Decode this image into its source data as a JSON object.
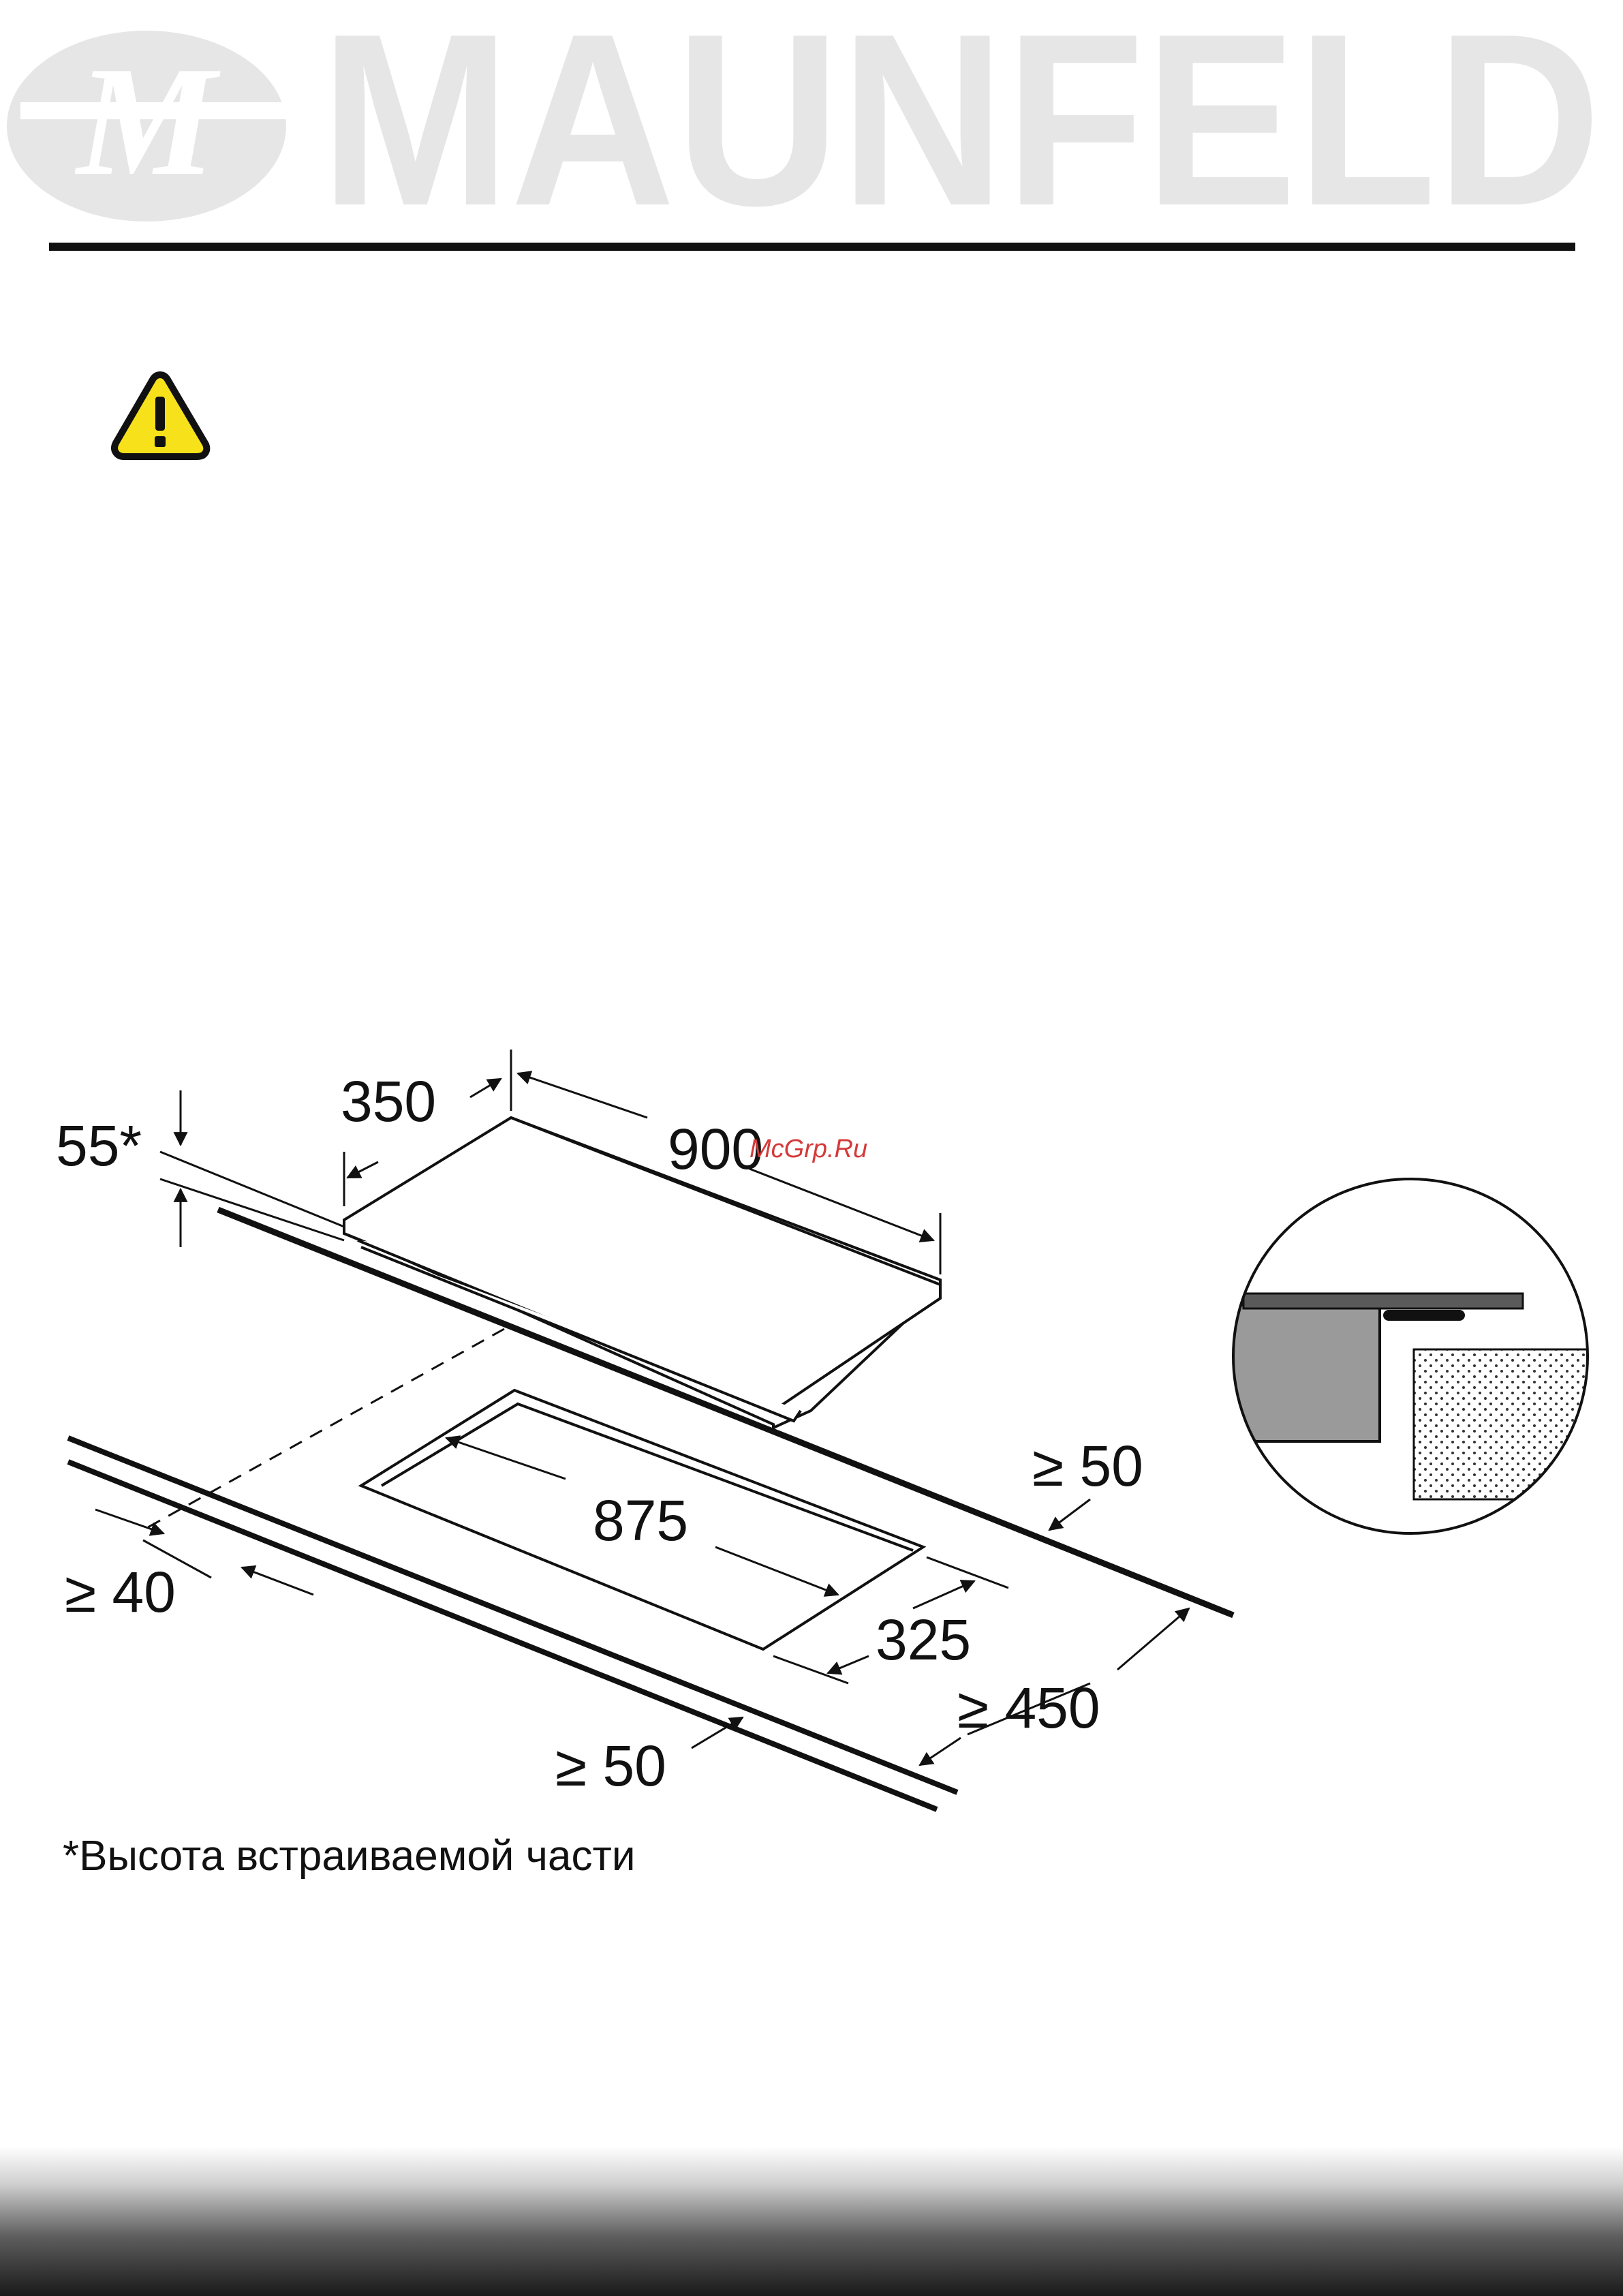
{
  "header": {
    "brand": "MAUNFELD",
    "logo_monogram": "M"
  },
  "warning_icon": "warning-triangle-icon",
  "diagram": {
    "dim_labels": {
      "height_builtin": "55*",
      "depth": "350",
      "width": "900",
      "cutout_width": "875",
      "cutout_depth": "325",
      "back_gap": "≥ 50",
      "side_gap": "≥ 40",
      "front_gap": "≥ 50",
      "above_gap": "≥ 450"
    },
    "watermark": "McGrp.Ru"
  },
  "footnote": "*Высота встраиваемой части",
  "colors": {
    "warning_yellow": "#f7e11a",
    "logo_grey": "#e6e6e6",
    "rule": "#111111"
  }
}
